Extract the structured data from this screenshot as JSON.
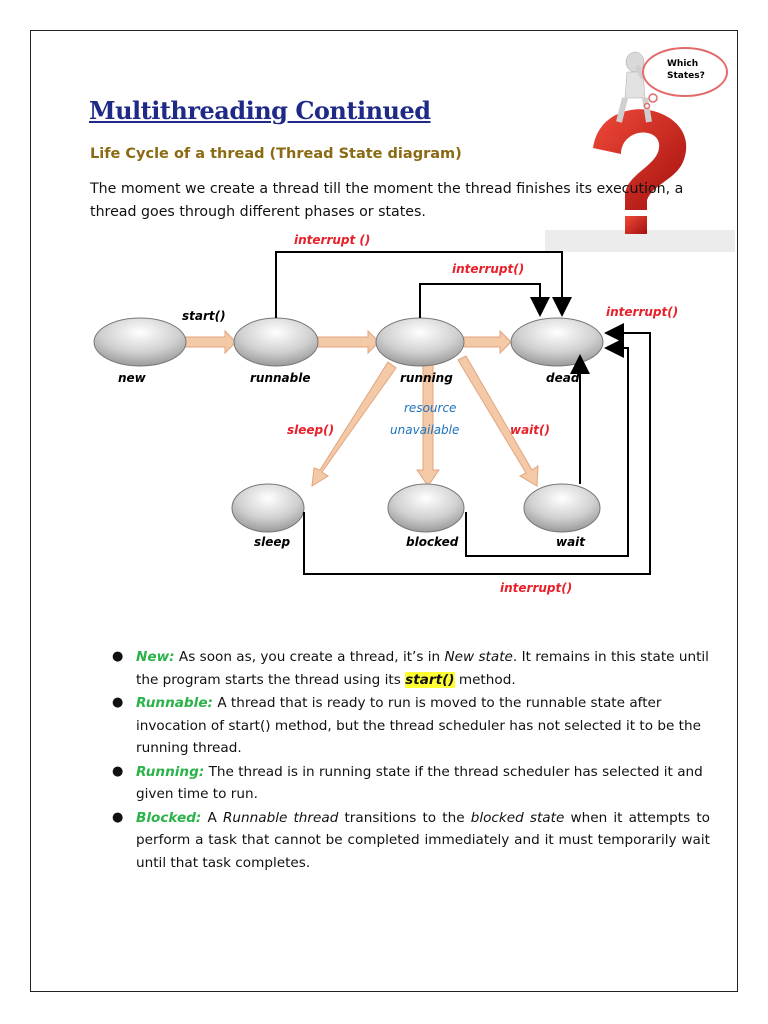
{
  "header": {
    "title": "Multithreading Continued",
    "subtitle": "Life Cycle of a thread (Thread State diagram)",
    "intro": "The moment we create a thread till the moment the thread finishes its execution, a thread goes through different phases or states."
  },
  "clipart": {
    "bubble_text_1": "Which",
    "bubble_text_2": "States?",
    "icon": "question-mark-thinker"
  },
  "diagram": {
    "states": {
      "new": "new",
      "runnable": "runnable",
      "running": "running",
      "dead": "dead",
      "sleep": "sleep",
      "blocked": "blocked",
      "wait": "wait"
    },
    "transitions": {
      "start": "start()",
      "interrupt_top": "interrupt ()",
      "interrupt_loop": "interrupt()",
      "interrupt_right": "interrupt()",
      "interrupt_bottom": "interrupt()",
      "sleep": "sleep()",
      "resource_1": "resource",
      "resource_2": "unavailable",
      "wait": "wait()"
    },
    "colors": {
      "red": "#e8202a",
      "blue": "#1e73be",
      "arrow": "#f2c7a6"
    }
  },
  "bullets": [
    {
      "term": "New:",
      "p1": "As soon as, you create a thread, it’s in ",
      "p1_italic": "New state",
      "p2": ". It remains in this state until the program starts the thread using its ",
      "highlight": "start()",
      "p3": " method."
    },
    {
      "term": "Runnable:",
      "text": "A thread that is ready to run is moved to the runnable state after invocation of start() method, but the thread scheduler has not selected it to be the running thread."
    },
    {
      "term": "Running:",
      "text": "The thread is in running state if the thread scheduler has selected it and given time to run."
    },
    {
      "term": "Blocked:",
      "p1": "A ",
      "p1_italic": "Runnable thread",
      "p2": " transitions to the ",
      "p2_italic": "blocked state",
      "p3": " when it attempts to perform a task that cannot be completed immediately and it must temporarily wait until that task completes."
    }
  ]
}
